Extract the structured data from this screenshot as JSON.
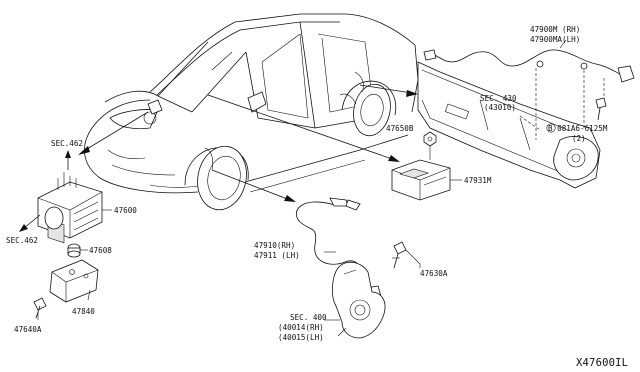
{
  "diagram_id": "X47600IL",
  "labels": {
    "sec462_top": "SEC.462",
    "sec462_left": "SEC.462",
    "p47600": "47600",
    "p47608": "47608",
    "p47840": "47840",
    "p47640A": "47640A",
    "p47900M": "47900M (RH)",
    "p47900MA": "47900MA(LH)",
    "sec430": "SEC. 430",
    "sec430_ref": "(43010)",
    "bolt": "B 081A6-6125M",
    "bolt_qty": "(2)",
    "p47650B": "47650B",
    "p47931M": "47931M",
    "p47910": "47910(RH)",
    "p47911": "47911 (LH)",
    "p47630A": "47630A",
    "sec400": "SEC. 400",
    "sec400_rh": "(40014(RH)",
    "sec400_lh": "(40015(LH)"
  }
}
